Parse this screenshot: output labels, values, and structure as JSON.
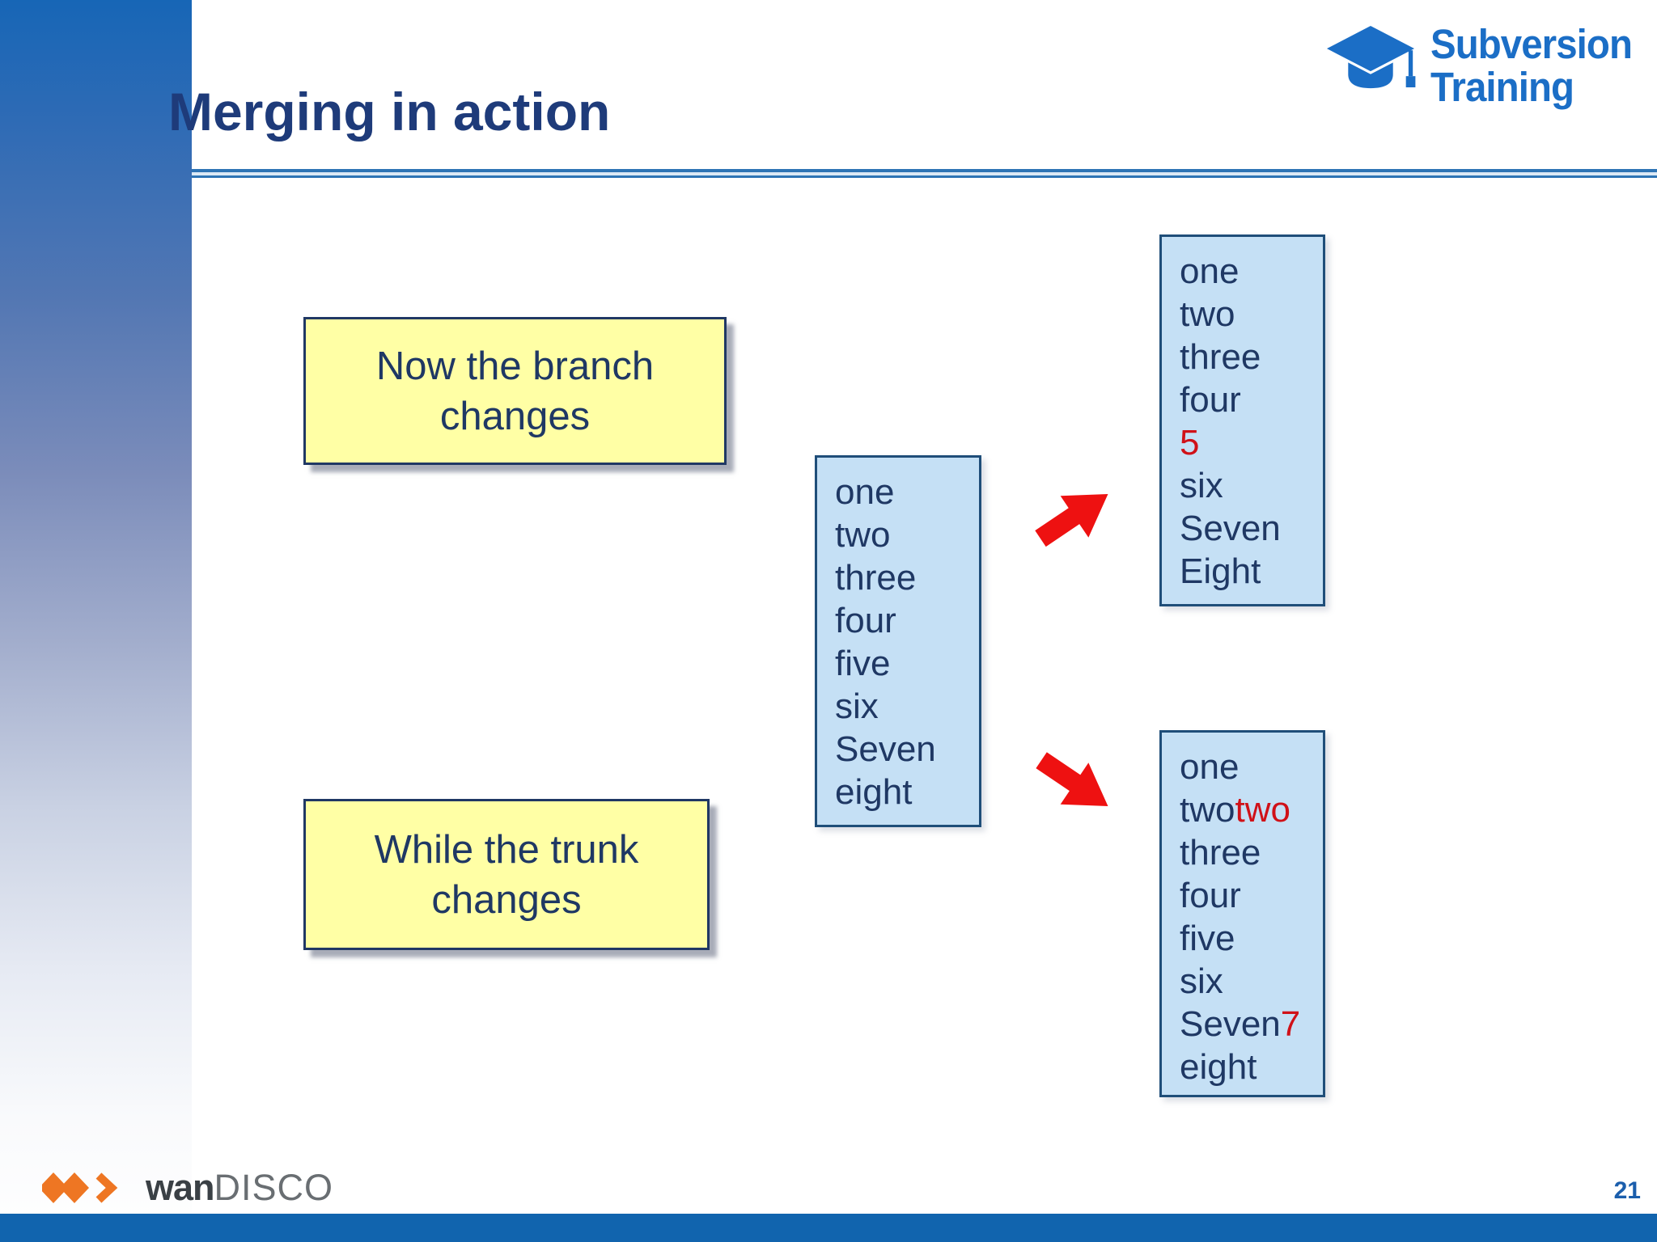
{
  "slide": {
    "title": "Merging in action",
    "page_number": "21"
  },
  "header_logo": {
    "line1": "Subversion",
    "line2": "Training",
    "icon": "graduation-cap-icon"
  },
  "callouts": {
    "branch": [
      "Now the branch",
      "changes"
    ],
    "trunk": [
      "While the trunk",
      "changes"
    ]
  },
  "file_boxes": {
    "base": [
      [
        {
          "t": "one"
        }
      ],
      [
        {
          "t": "two"
        }
      ],
      [
        {
          "t": "three"
        }
      ],
      [
        {
          "t": "four"
        }
      ],
      [
        {
          "t": "five"
        }
      ],
      [
        {
          "t": "six"
        }
      ],
      [
        {
          "t": "Seven"
        }
      ],
      [
        {
          "t": "eight"
        }
      ]
    ],
    "branch_result": [
      [
        {
          "t": "one"
        }
      ],
      [
        {
          "t": "two"
        }
      ],
      [
        {
          "t": "three"
        }
      ],
      [
        {
          "t": "four"
        }
      ],
      [
        {
          "t": "5",
          "c": "red"
        }
      ],
      [
        {
          "t": "six"
        }
      ],
      [
        {
          "t": "Seven"
        }
      ],
      [
        {
          "t": "Eight"
        }
      ]
    ],
    "trunk_result": [
      [
        {
          "t": "one"
        }
      ],
      [
        {
          "t": "two"
        },
        {
          "t": "two",
          "c": "red"
        }
      ],
      [
        {
          "t": "three"
        }
      ],
      [
        {
          "t": "four"
        }
      ],
      [
        {
          "t": "five"
        }
      ],
      [
        {
          "t": "six"
        }
      ],
      [
        {
          "t": "Seven"
        },
        {
          "t": "7",
          "c": "red"
        }
      ],
      [
        {
          "t": "eight"
        }
      ]
    ]
  },
  "footer": {
    "brand_bold": "wan",
    "brand_light": "DISCO",
    "icon": "wandisco-arrows-icon"
  },
  "colors": {
    "title_navy": "#1e3b7a",
    "text_navy": "#1f3864",
    "red": "#d01118",
    "arrow_red": "#ee1111",
    "box_blue_fill": "#c5e0f5",
    "box_border": "#1f4e79",
    "yellow_fill": "#ffffa5",
    "yellow_border": "#203864",
    "brand_blue": "#1b6ec6",
    "rule_blue": "#2e74b5",
    "footer_orange": "#ee7623",
    "bottom_bar": "#1164ae",
    "page_num_blue": "#1b5eac"
  }
}
